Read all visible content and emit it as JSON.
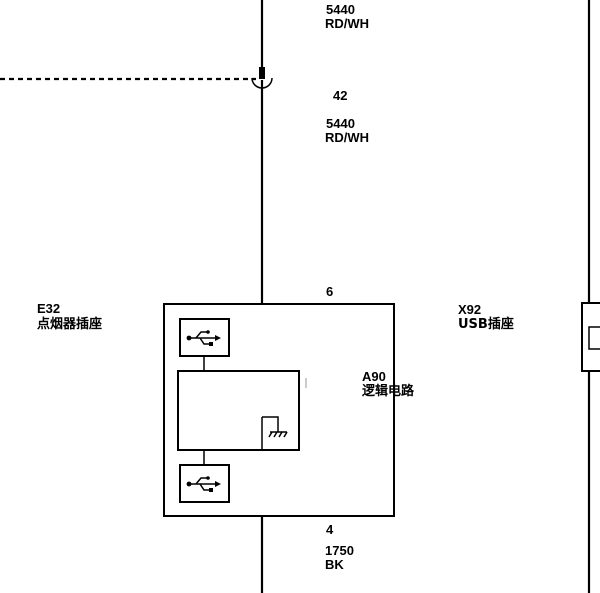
{
  "wires": {
    "top": {
      "circuit": "5440",
      "color": "RD/WH"
    },
    "splice": {
      "circuit": "42"
    },
    "mid": {
      "circuit": "5440",
      "color": "RD/WH"
    },
    "bottom": {
      "circuit": "1750",
      "color": "BK"
    }
  },
  "pins": {
    "top": "6",
    "bottom": "4"
  },
  "components": {
    "left": {
      "id": "E32",
      "name": "点烟器插座"
    },
    "center": {
      "id": "A90",
      "name": "逻辑电路"
    },
    "right": {
      "id": "X92",
      "name": "USB插座"
    }
  },
  "icons": {
    "usb_top": "usb-icon",
    "usb_bottom": "usb-icon",
    "ground": "ground-icon"
  },
  "colors": {
    "line": "#000000",
    "background": "#ffffff"
  }
}
